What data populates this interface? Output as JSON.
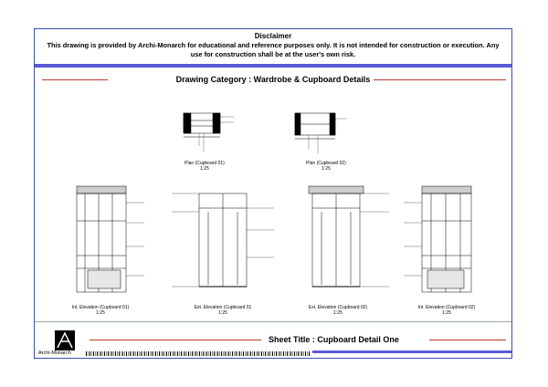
{
  "disclaimer": {
    "title": "Disclaimer",
    "text": "This drawing is provided by Archi-Monarch for educational and reference purposes only. It is not intended for construction or execution. Any use for construction shall be at the user's own risk."
  },
  "category": {
    "label": "Drawing Category : Wardrobe & Cupboard Details"
  },
  "drawings": {
    "plan1": {
      "title": "Plan (Cupboard 01)",
      "scale": "1:25"
    },
    "plan2": {
      "title": "Plan (Cupboard 02)",
      "scale": "1:25"
    },
    "int1": {
      "title": "Int. Elevation (Cupboard 01)",
      "scale": "1:25"
    },
    "ext1": {
      "title": "Ext. Elevation (Cupboard 01",
      "scale": "1:25"
    },
    "ext2": {
      "title": "Ext. Elevation (Cupboard 02)",
      "scale": "1:25"
    },
    "int2": {
      "title": "Int. Elevation (Cupboard 02)",
      "scale": "1:25"
    }
  },
  "sheet": {
    "title": "Sheet Title : Cupboard Detail One"
  },
  "brand": {
    "name": "Archi-Monarch"
  },
  "colors": {
    "border": "#3a4fb5",
    "band": "#5a5ad6",
    "rule": "#c0392b"
  }
}
